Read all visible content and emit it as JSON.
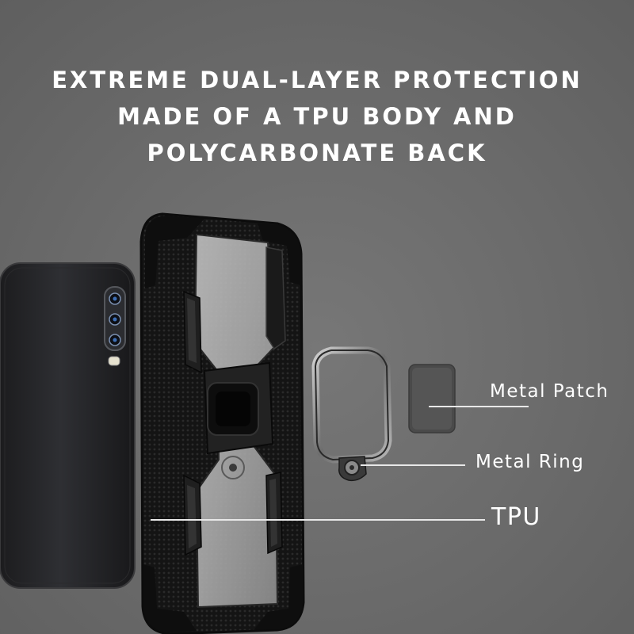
{
  "headline": {
    "line1": "EXTREME DUAL-LAYER PROTECTION",
    "line2": "MADE OF A TPU BODY AND",
    "line3": "POLYCARBONATE BACK"
  },
  "callouts": {
    "metal_patch": "Metal Patch",
    "metal_ring": "Metal Ring",
    "tpu": "TPU"
  },
  "colors": {
    "background": "#6b6b6b",
    "text": "#ffffff",
    "case_black": "#151515"
  }
}
